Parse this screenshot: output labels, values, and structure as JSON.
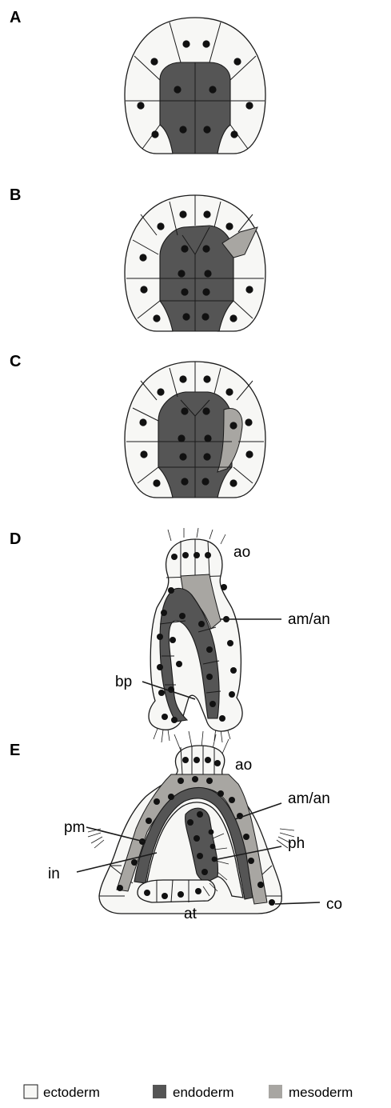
{
  "panels": [
    {
      "letter": "A"
    },
    {
      "letter": "B"
    },
    {
      "letter": "C"
    },
    {
      "letter": "D",
      "labels": {
        "ao": "ao",
        "am_an": "am/an",
        "bp": "bp"
      }
    },
    {
      "letter": "E",
      "labels": {
        "ao": "ao",
        "am_an": "am/an",
        "pm": "pm",
        "in": "in",
        "ph": "ph",
        "at": "at",
        "co": "co"
      }
    }
  ],
  "legend": [
    {
      "label": "ectoderm",
      "color": "#f7f7f5"
    },
    {
      "label": "endoderm",
      "color": "#555555"
    },
    {
      "label": "mesoderm",
      "color": "#a8a6a2"
    }
  ],
  "colors": {
    "outline": "#1a1a1a",
    "ectoderm": "#f7f7f5",
    "endoderm": "#555555",
    "mesoderm": "#a8a6a2",
    "nucleus": "#111111"
  }
}
